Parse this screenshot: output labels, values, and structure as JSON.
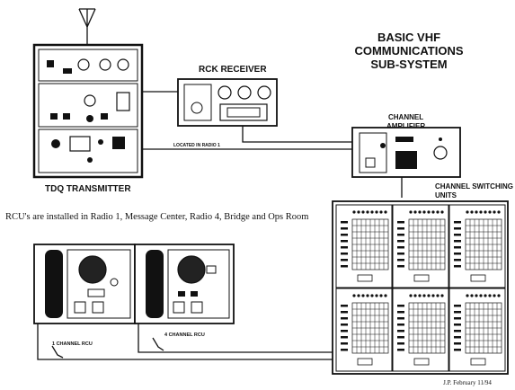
{
  "title": {
    "line1": "BASIC VHF",
    "line2": "COMMUNICATIONS",
    "line3": "SUB-SYSTEM"
  },
  "labels": {
    "rck_receiver": "RCK RECEIVER",
    "located_in": "LOCATED IN RADIO 1",
    "tdq_transmitter": "TDQ TRANSMITTER",
    "channel_amplifier_1": "CHANNEL",
    "channel_amplifier_2": "AMPLIFIER",
    "channel_switching_1": "CHANNEL SWITCHING",
    "channel_switching_2": "UNITS",
    "rcu_note": "RCU's are installed in Radio 1, Message Center, Radio 4, Bridge and Ops Room",
    "rcu1": "1 CHANNEL RCU",
    "rcu4": "4 CHANNEL RCU",
    "credit": "J.P.  February 11/94"
  }
}
